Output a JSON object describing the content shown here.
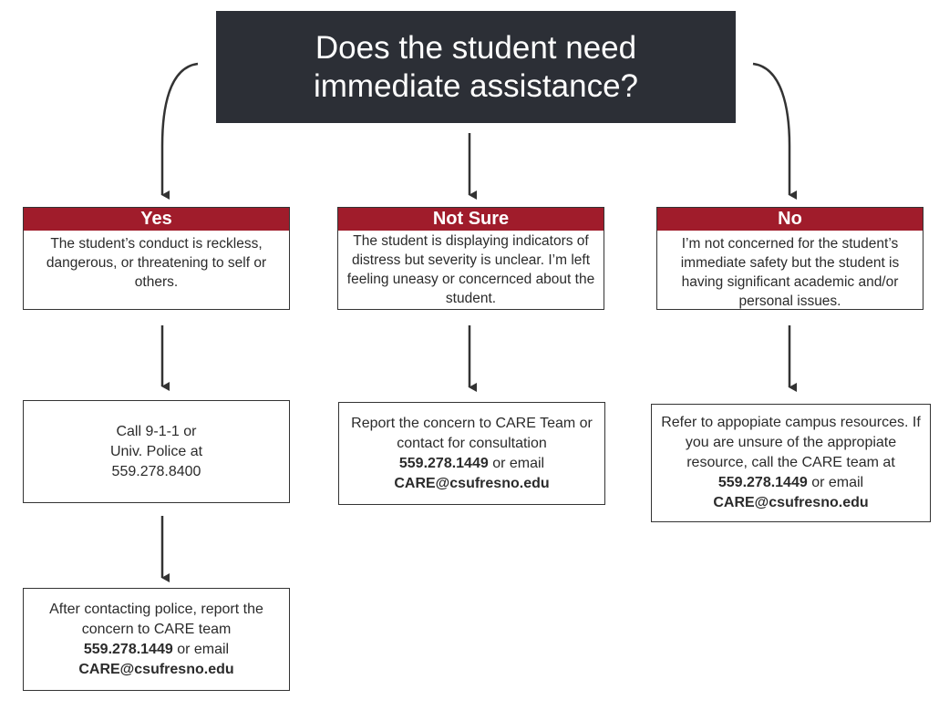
{
  "question": "Does the student need immediate assistance?",
  "columns": [
    {
      "id": "yes",
      "header": "Yes",
      "description": "The student’s conduct is reckless, dangerous, or threatening to self or others.",
      "step1": {
        "lines": [
          "Call 9-1-1 or",
          "Univ. Police at",
          "559.278.8400"
        ]
      },
      "step2": {
        "text": "After contacting police, report the concern to CARE team",
        "phone": "559.278.1449",
        "connector": "or email",
        "email": "CARE@csufresno.edu"
      }
    },
    {
      "id": "not-sure",
      "header": "Not Sure",
      "description": "The student is displaying indicators of distress but severity is unclear. I’m left feeling uneasy or concernced about the student.",
      "step1": {
        "text": "Report the concern to CARE Team or contact for consultation",
        "phone": "559.278.1449",
        "connector": "or email",
        "email": "CARE@csufresno.edu"
      }
    },
    {
      "id": "no",
      "header": "No",
      "description": "I’m not concerned for the student’s immediate safety but the student is having significant academic and/or personal issues.",
      "step1": {
        "text": "Refer to appopiate campus resources. If you are unsure of the appropiate resource, call the CARE team at",
        "phone": "559.278.1449",
        "connector": "or email",
        "email": "CARE@csufresno.edu"
      }
    }
  ],
  "colors": {
    "question_bg": "#2c2f36",
    "header_bg": "#a01c2b",
    "border": "#333333"
  }
}
